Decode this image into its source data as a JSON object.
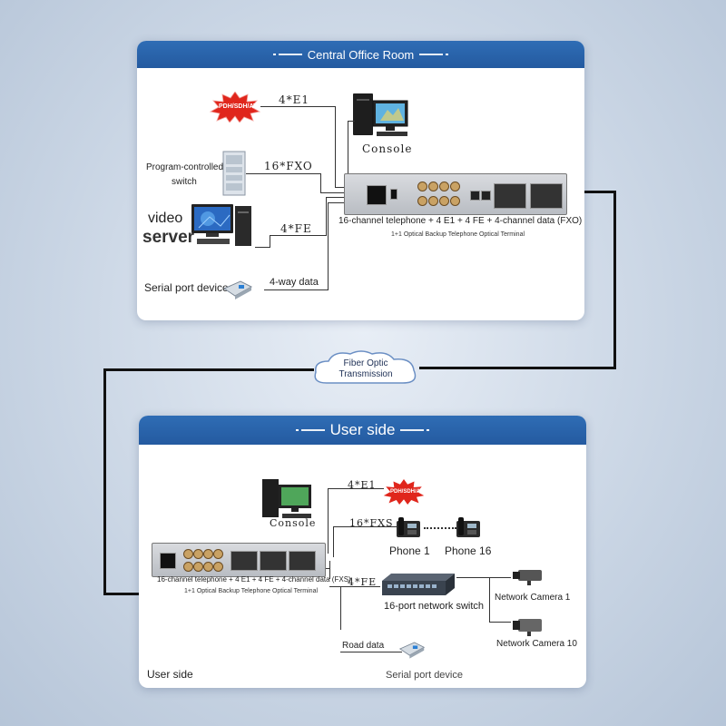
{
  "top_panel": {
    "title": "Central Office Room",
    "badge": "PDH/SDH/ATM",
    "link_4e1": "4*E1",
    "console_label": "Console",
    "switch_label_1": "Program-controlled",
    "switch_label_2": "switch",
    "link_16fxo": "16*FXO",
    "video_label_1": "video",
    "video_label_2": "server",
    "link_4fe": "4*FE",
    "device_title": "16-channel telephone + 4 E1 + 4 FE + 4-channel data (FXO)",
    "device_sub": "1+1 Optical Backup Telephone Optical Terminal",
    "serial_label": "Serial port device",
    "link_4way": "4-way data"
  },
  "cloud": {
    "line1": "Fiber Optic",
    "line2": "Transmission"
  },
  "bottom_panel": {
    "title": "User side",
    "console_label": "Console",
    "link_4e1": "4*E1",
    "badge": "PDH/SDH/ATM",
    "link_16fxs": "16*FXS",
    "phone1": "Phone 1",
    "phone16": "Phone 16",
    "device_title": "16-channel telephone + 4 E1 + 4 FE + 4-channel data (FXS)",
    "device_sub": "1+1 Optical Backup Telephone Optical Terminal",
    "link_4fe": "4*FE",
    "switch_label": "16-port network switch",
    "camera1": "Network Camera 1",
    "camera10": "Network Camera 10",
    "link_road": "Road data",
    "serial_label": "Serial port device",
    "footer_label": "User side"
  },
  "colors": {
    "header_blue": "#2f6db5",
    "badge_red": "#e0261c",
    "line": "#333333"
  }
}
